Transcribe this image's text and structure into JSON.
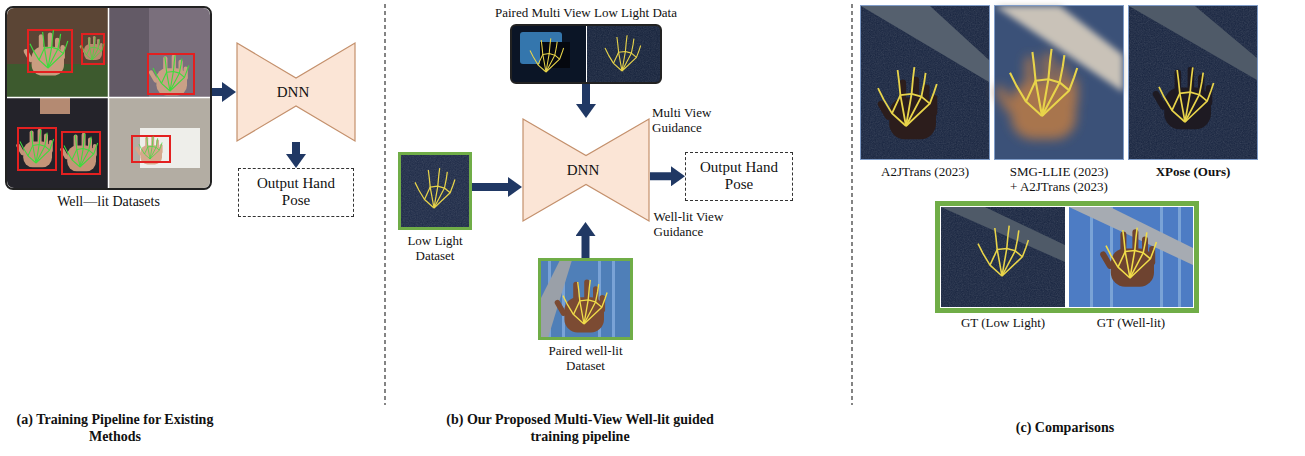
{
  "diagram": {
    "nodes": [
      {
        "text": [
          "Well—lit Datasets"
        ]
      },
      {
        "text": [
          "DNN"
        ]
      },
      {
        "text": [
          "Output Hand Pose"
        ]
      },
      {
        "text": [
          "Paired Multi View Low Light Data"
        ]
      },
      {
        "text": [
          "Low Light Dataset"
        ]
      },
      {
        "text": [
          "DNN"
        ]
      },
      {
        "text": [
          "Output Hand Pose"
        ]
      },
      {
        "text": [
          "Paired well-lit Dataset"
        ]
      },
      {
        "text": [
          "A2JTrans (2023)"
        ]
      },
      {
        "text": [
          "SMG-LLIE (2023) + A2JTrans (2023)"
        ]
      },
      {
        "text": [
          "XPose (Ours)"
        ]
      },
      {
        "text": [
          "GT (Low Light)"
        ]
      },
      {
        "text": [
          "GT (Well-lit)"
        ]
      }
    ],
    "edges": [
      {
        "from": 0,
        "to": 1,
        "arrow": "to"
      },
      {
        "from": 1,
        "to": 2,
        "arrow": "to"
      },
      {
        "from": 3,
        "to": 5,
        "label": "Multi View Guidance",
        "arrow": "to"
      },
      {
        "from": 4,
        "to": 5,
        "arrow": "to"
      },
      {
        "from": 7,
        "to": 5,
        "label": "Well-lit View Guidance",
        "arrow": "to"
      },
      {
        "from": 5,
        "to": 6,
        "arrow": "to"
      }
    ],
    "labels": [
      "(a) Training Pipeline for Existing Methods",
      "(b) Our Proposed Multi-View Well-lit guided training pipeline",
      "(c) Comparisons"
    ]
  }
}
